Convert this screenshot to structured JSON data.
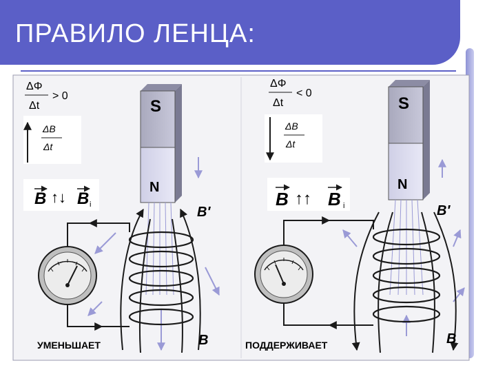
{
  "slide": {
    "title": "ПРАВИЛО  ЛЕНЦА:"
  },
  "colors": {
    "title_bar": "#5b5fc7",
    "field_lines": "#9a9ad6",
    "magnet_top": "#b9b9cc",
    "magnet_bottom": "#dcdcf0",
    "ink": "#1a1a1a"
  },
  "left_panel": {
    "flux_condition": {
      "numerator": "ΔΦ",
      "denominator": "Δt",
      "relation": "> 0"
    },
    "rate_fraction": {
      "numerator": "ΔB",
      "denominator": "Δt",
      "arrow_direction": "up"
    },
    "relation": {
      "left": "B",
      "symbol": "↑↓",
      "right": "B",
      "right_subscript": "i"
    },
    "magnet": {
      "top_pole": "S",
      "bottom_pole": "N"
    },
    "induced_field_label": "B′",
    "field_label": "B",
    "caption": "УМЕНЬШАЕТ"
  },
  "right_panel": {
    "flux_condition": {
      "numerator": "ΔΦ",
      "denominator": "Δt",
      "relation": "< 0"
    },
    "rate_fraction": {
      "numerator": "ΔB",
      "denominator": "Δt",
      "arrow_direction": "down"
    },
    "relation": {
      "left": "B",
      "symbol": "↑↑",
      "right": "B",
      "right_subscript": "i"
    },
    "magnet": {
      "top_pole": "S",
      "bottom_pole": "N"
    },
    "induced_field_label": "B′",
    "field_label": "B",
    "caption": "ПОДДЕРЖИВАЕТ"
  }
}
